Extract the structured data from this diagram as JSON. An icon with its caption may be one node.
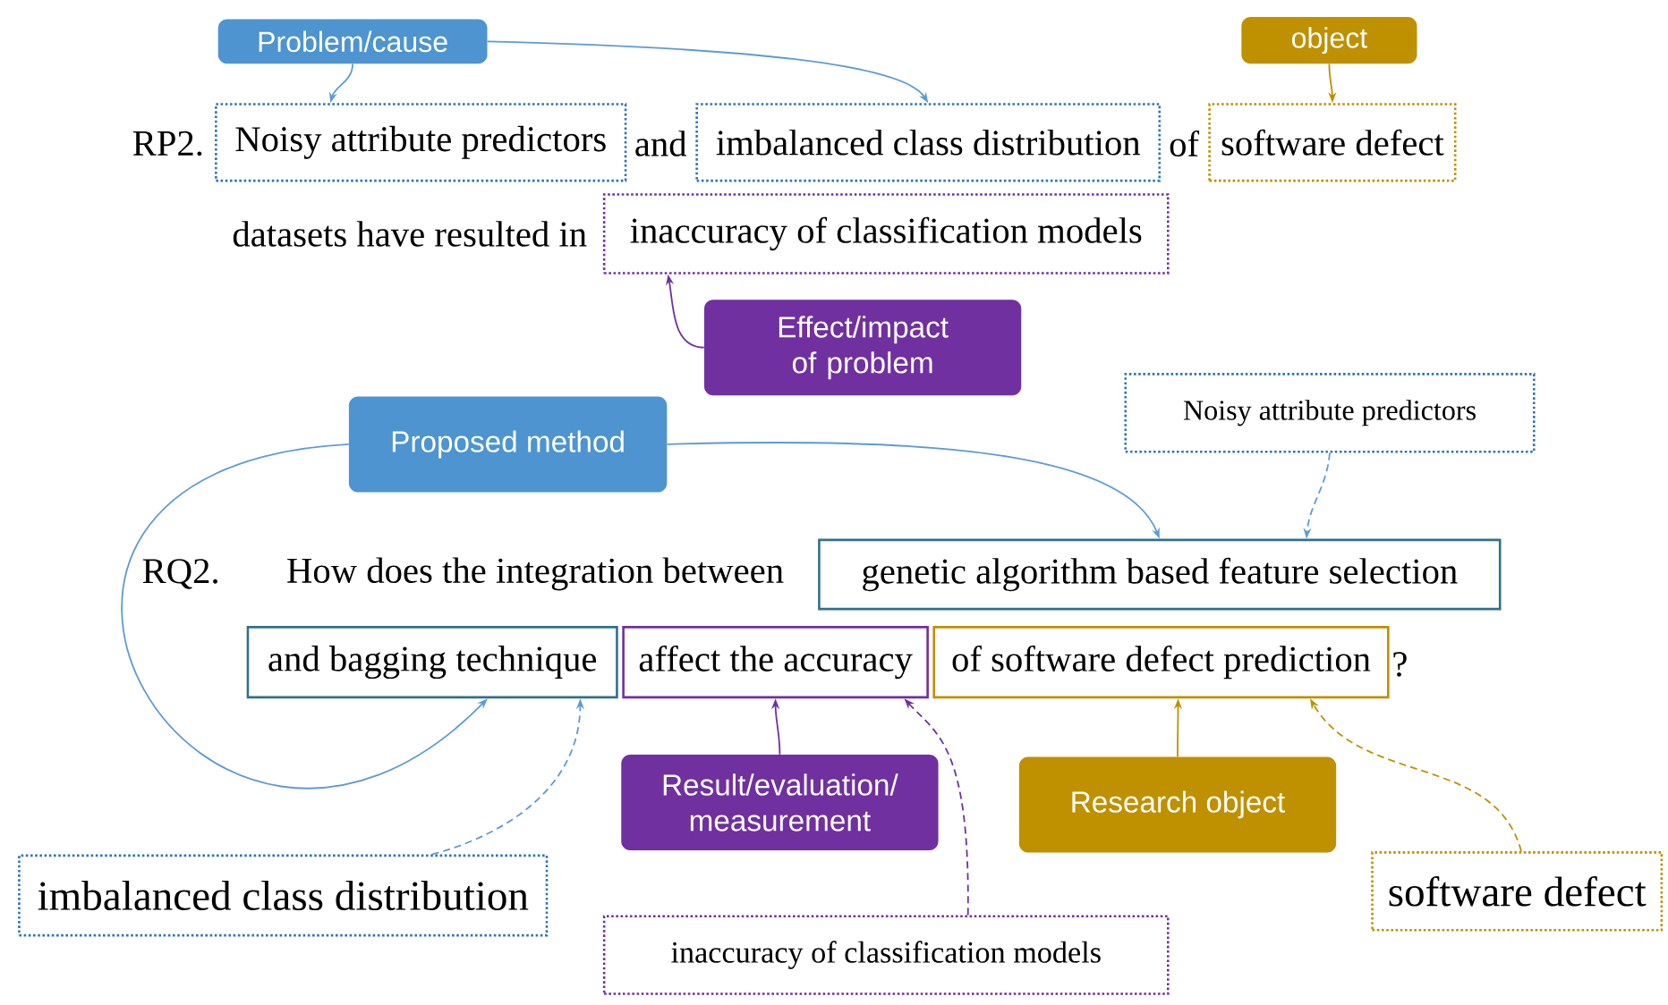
{
  "diagram": {
    "nodes": [
      {
        "text": [
          "Problem/cause"
        ]
      },
      {
        "text": [
          "object"
        ]
      },
      {
        "text": [
          "Noisy attribute predictors"
        ]
      },
      {
        "text": [
          "imbalanced class distribution"
        ]
      },
      {
        "text": [
          "software defect"
        ]
      },
      {
        "text": [
          "inaccuracy of classification models"
        ]
      },
      {
        "text": [
          "Effect/impact of problem"
        ]
      },
      {
        "text": [
          "Proposed method"
        ]
      },
      {
        "text": [
          "Noisy attribute predictors"
        ]
      },
      {
        "text": [
          "genetic algorithm based feature selection"
        ]
      },
      {
        "text": [
          "and bagging technique"
        ]
      },
      {
        "text": [
          "affect the accuracy"
        ]
      },
      {
        "text": [
          "of software defect prediction"
        ]
      },
      {
        "text": [
          "Result/evaluation/ measurement"
        ]
      },
      {
        "text": [
          "Research object"
        ]
      },
      {
        "text": [
          "imbalanced class distribution"
        ]
      },
      {
        "text": [
          "software defect"
        ]
      },
      {
        "text": [
          "inaccuracy of classification models"
        ]
      }
    ],
    "edges": [
      {
        "from": 0,
        "to": 2,
        "arrow": "to"
      },
      {
        "from": 0,
        "to": 3,
        "arrow": "to"
      },
      {
        "from": 1,
        "to": 4,
        "arrow": "to",
        "color": "#bf9000"
      },
      {
        "from": 6,
        "to": 5,
        "arrow": "to",
        "color": "#7030a0"
      },
      {
        "from": 7,
        "to": 9,
        "arrow": "to"
      },
      {
        "from": 7,
        "to": 10,
        "arrow": "to"
      },
      {
        "from": 8,
        "to": 9,
        "arrow": "to",
        "style": "dashed"
      },
      {
        "from": 15,
        "to": 10,
        "arrow": "to",
        "style": "dashed"
      },
      {
        "from": 13,
        "to": 11,
        "arrow": "to",
        "color": "#7030a0"
      },
      {
        "from": 17,
        "to": 11,
        "arrow": "to",
        "style": "dashed",
        "color": "#7030a0"
      },
      {
        "from": 14,
        "to": 12,
        "arrow": "to",
        "color": "#bf9000"
      },
      {
        "from": 16,
        "to": 12,
        "arrow": "to",
        "style": "dashed",
        "color": "#bf9000"
      }
    ],
    "labels": [
      "RP2.",
      "and",
      "of",
      "datasets have resulted in",
      "RQ2.",
      "How does the integration between",
      "?"
    ]
  }
}
